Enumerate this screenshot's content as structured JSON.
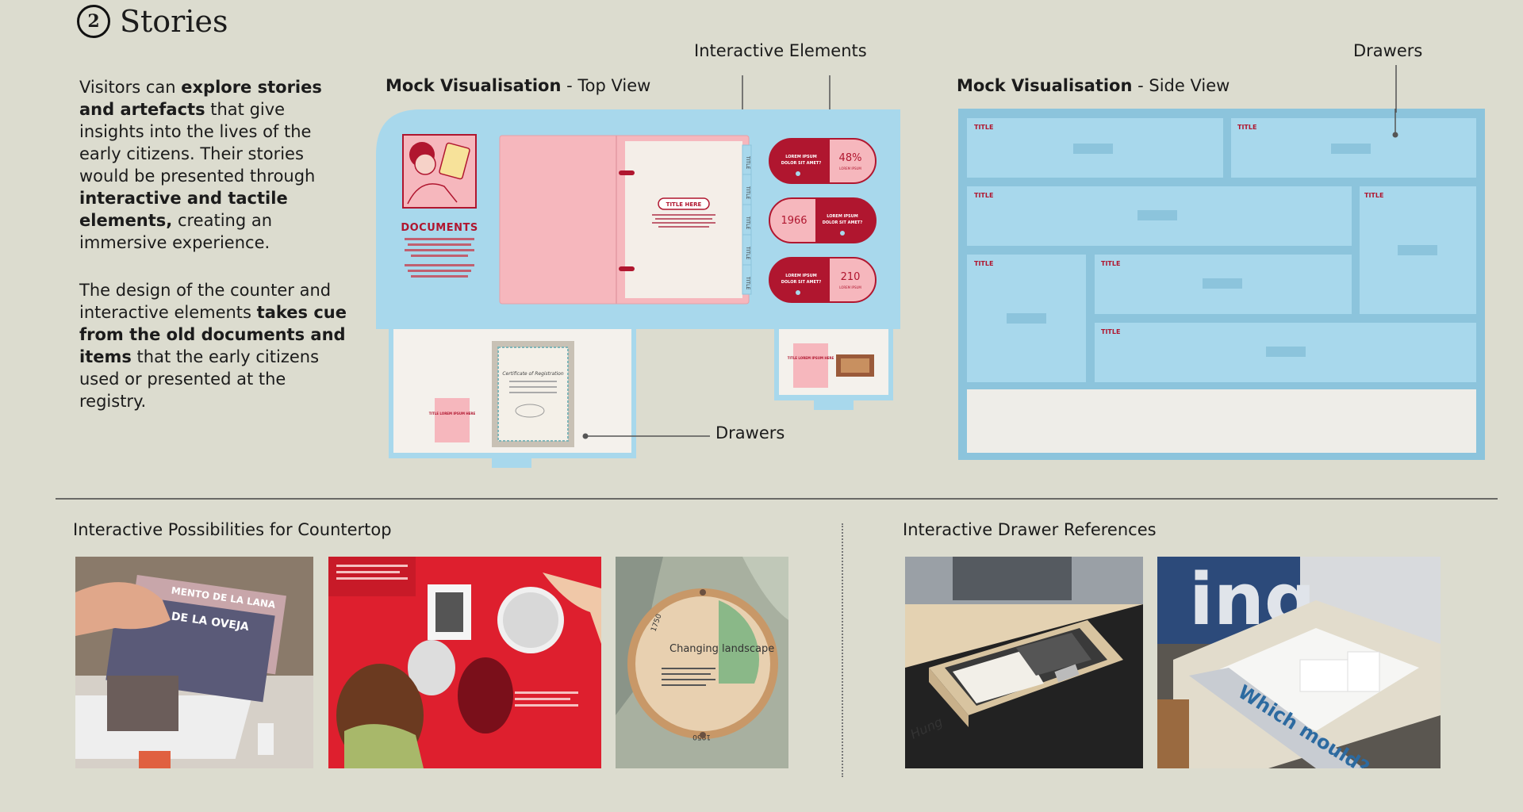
{
  "page": {
    "step": "2",
    "title": "Stories"
  },
  "intro": {
    "p1": [
      {
        "t": "Visitors can ",
        "b": false
      },
      {
        "t": "explore stories and artefacts",
        "b": true
      },
      {
        "t": " that give insights into the lives of the early citizens. Their stories would be presented through ",
        "b": false
      },
      {
        "t": "interactive and tactile elements,",
        "b": true
      },
      {
        "t": " creating an immersive experience.",
        "b": false
      }
    ],
    "p2": [
      {
        "t": "The design of the counter and interactive elements ",
        "b": false
      },
      {
        "t": "takes cue from the old documents and items",
        "b": true
      },
      {
        "t": " that the early citizens used or presented at the registry.",
        "b": false
      }
    ]
  },
  "top_view": {
    "label_bold": "Mock Visualisation",
    "label_rest": " - Top View",
    "callout_interactive": "Interactive Elements",
    "callout_drawers": "Drawers",
    "documents_label": "DOCUMENTS",
    "title_here": "TITLE HERE",
    "tab_label": "TITLE",
    "pill_1_value": "48%",
    "pill_2_value": "1966",
    "pill_3_value": "210",
    "pill_small": "LOREM IPSUM DOLOR SIT AMET?",
    "certificate_title": "Certificate of Registration",
    "drawer_card": "TITLE LOREM IPSUM HERE"
  },
  "side_view": {
    "label_bold": "Mock Visualisation",
    "label_rest": " - Side View",
    "callout_drawers": "Drawers",
    "drawer_title": "TITLE"
  },
  "countertop": {
    "heading": "Interactive Possibilities for Countertop",
    "photo1_text": "MENTO DE LA LANA",
    "photo1_text2": "DE LA OVEJA",
    "photo3_title": "Changing landscape",
    "photo3_year1": "1750",
    "photo3_year2": "1950"
  },
  "drawer_refs": {
    "heading": "Interactive Drawer References",
    "photo5_text": "Which mould?"
  },
  "colors": {
    "blue": "#a8d8ec",
    "blue_dark": "#8cc4dc",
    "pink": "#f6b7bd",
    "red": "#b0162f",
    "bg": "#dcdccf"
  }
}
